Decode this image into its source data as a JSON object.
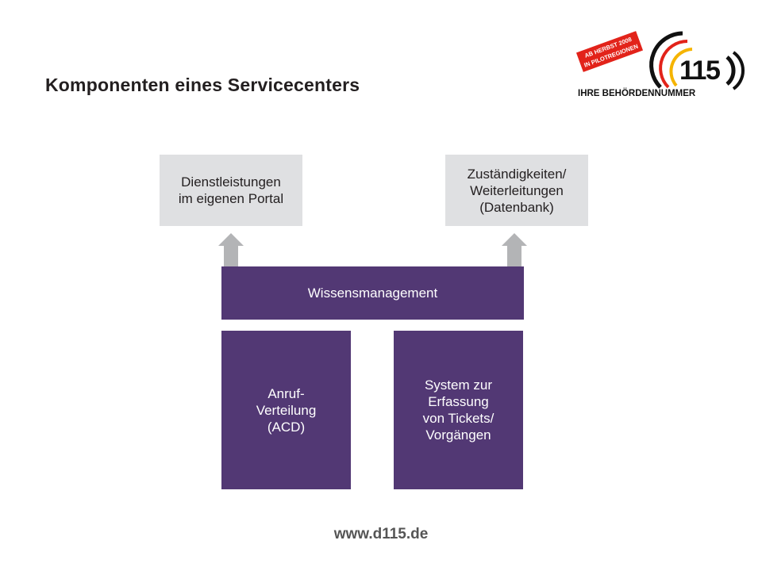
{
  "slide": {
    "title": "Komponenten eines Servicecenters",
    "footer_url": "www.d115.de"
  },
  "logo": {
    "badge_line1": "AB HERBST 2008",
    "badge_line2": "IN PILOTREGIONEN",
    "number": "115",
    "tagline": "IHRE BEHÖRDENNUMMER",
    "arc_colors": [
      "#111111",
      "#e2231a",
      "#f5b400"
    ]
  },
  "diagram": {
    "portal_box": "Dienstleistungen\nim eigenen Portal",
    "database_box": "Zuständigkeiten/\nWeiterleitungen\n(Datenbank)",
    "knowledge_box": "Wissensmanagement",
    "acd_box": "Anruf-\nVerteilung\n(ACD)",
    "ticket_box": "System zur\nErfassung\nvon Tickets/\nVorgängen",
    "colors": {
      "purple": "#523874",
      "grey_box": "#dfe0e2",
      "arrow": "#b3b4b6"
    }
  }
}
